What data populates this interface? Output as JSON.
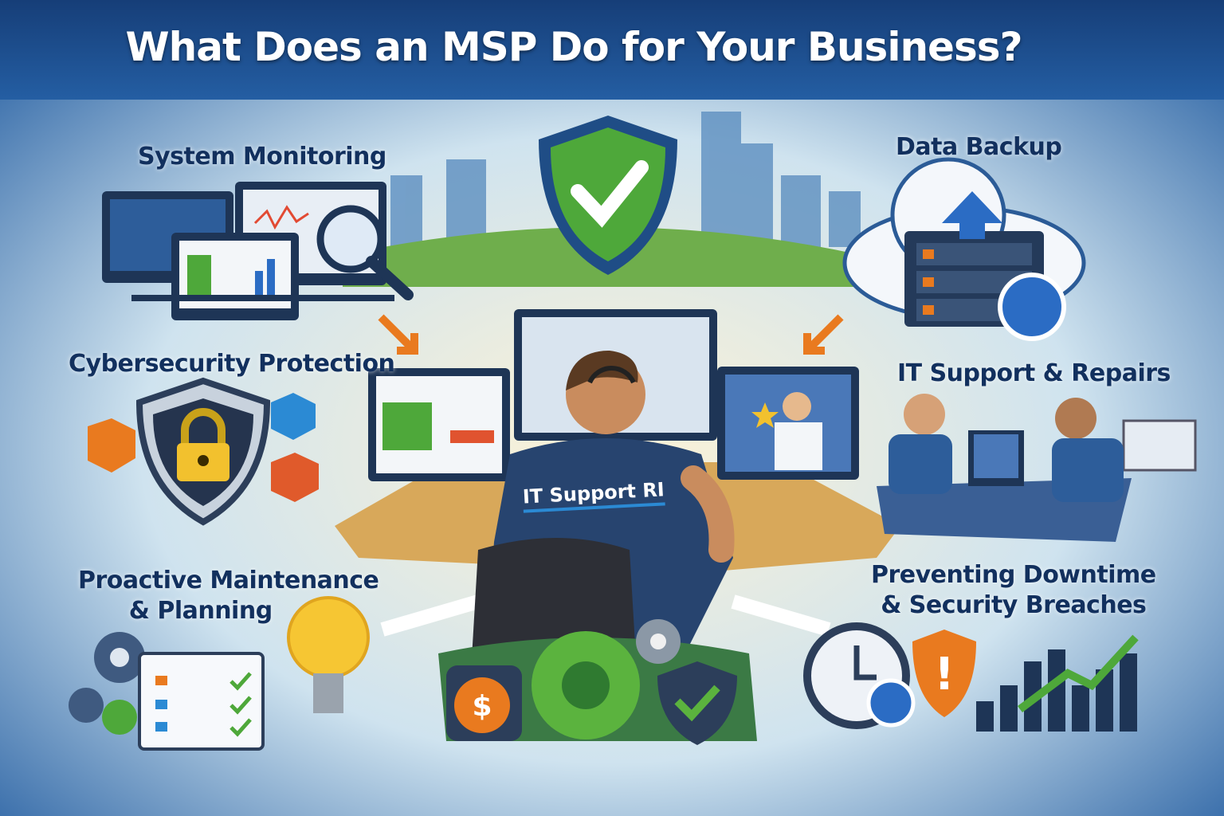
{
  "title": "What Does an MSP Do for Your Business?",
  "services": {
    "system_monitoring": "System Monitoring",
    "data_backup": "Data Backup",
    "cybersecurity": "Cybersecurity Protection",
    "it_support": "IT Support & Repairs",
    "proactive_line1": "Proactive Maintenance",
    "proactive_line2": "& Planning",
    "preventing_line1": "Preventing Downtime",
    "preventing_line2": "& Security Breaches"
  },
  "shirt_text": "IT Support RI",
  "colors": {
    "navy": "#1d4f8f",
    "green": "#4ea83a",
    "orange": "#e97a1f",
    "gold": "#f2c12e",
    "text": "#12305e"
  }
}
